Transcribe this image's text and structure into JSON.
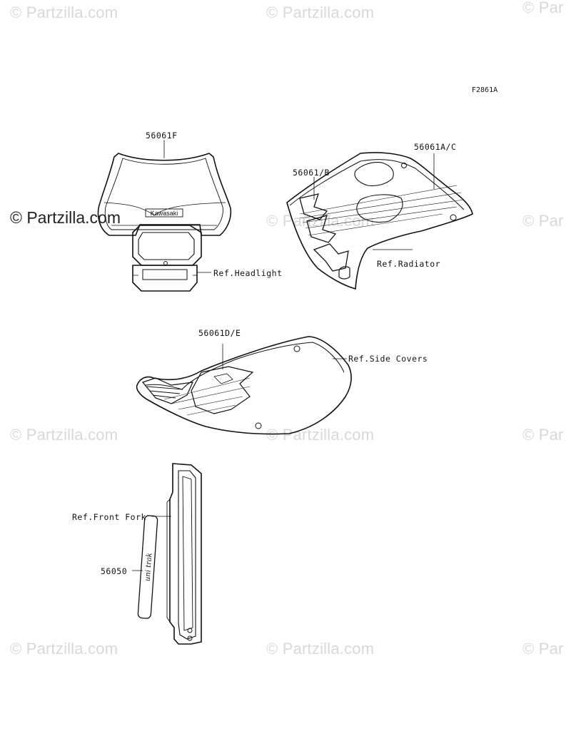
{
  "figure_code": "F2861A",
  "watermarks": {
    "partzilla": "© Partzilla.com",
    "partzilla_clipped": "© Par"
  },
  "parts": {
    "number_plate": {
      "part_no": "56061F",
      "ref": "Ref.Headlight",
      "brand_mark": "Kawasaki"
    },
    "radiator_shroud": {
      "part_no_a": "56061A/C",
      "part_no_b": "56061/B",
      "ref": "Ref.Radiator"
    },
    "side_cover": {
      "part_no": "56061D/E",
      "ref": "Ref.Side Covers"
    },
    "front_fork": {
      "part_no": "56050",
      "ref": "Ref.Front Fork"
    }
  },
  "colors": {
    "line": "#111111",
    "watermark": "#d8d8d8"
  }
}
